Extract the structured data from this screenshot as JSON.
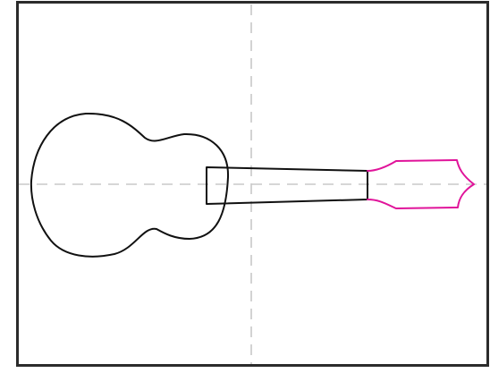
{
  "diagram": {
    "subject": "guitar",
    "parts": [
      "body",
      "neck",
      "headstock"
    ],
    "colors": {
      "background": "#ffffff",
      "border": "#2b2b2b",
      "guide": "#c8c8c8",
      "outline": "#111111",
      "headstock": "#e0149a"
    }
  }
}
